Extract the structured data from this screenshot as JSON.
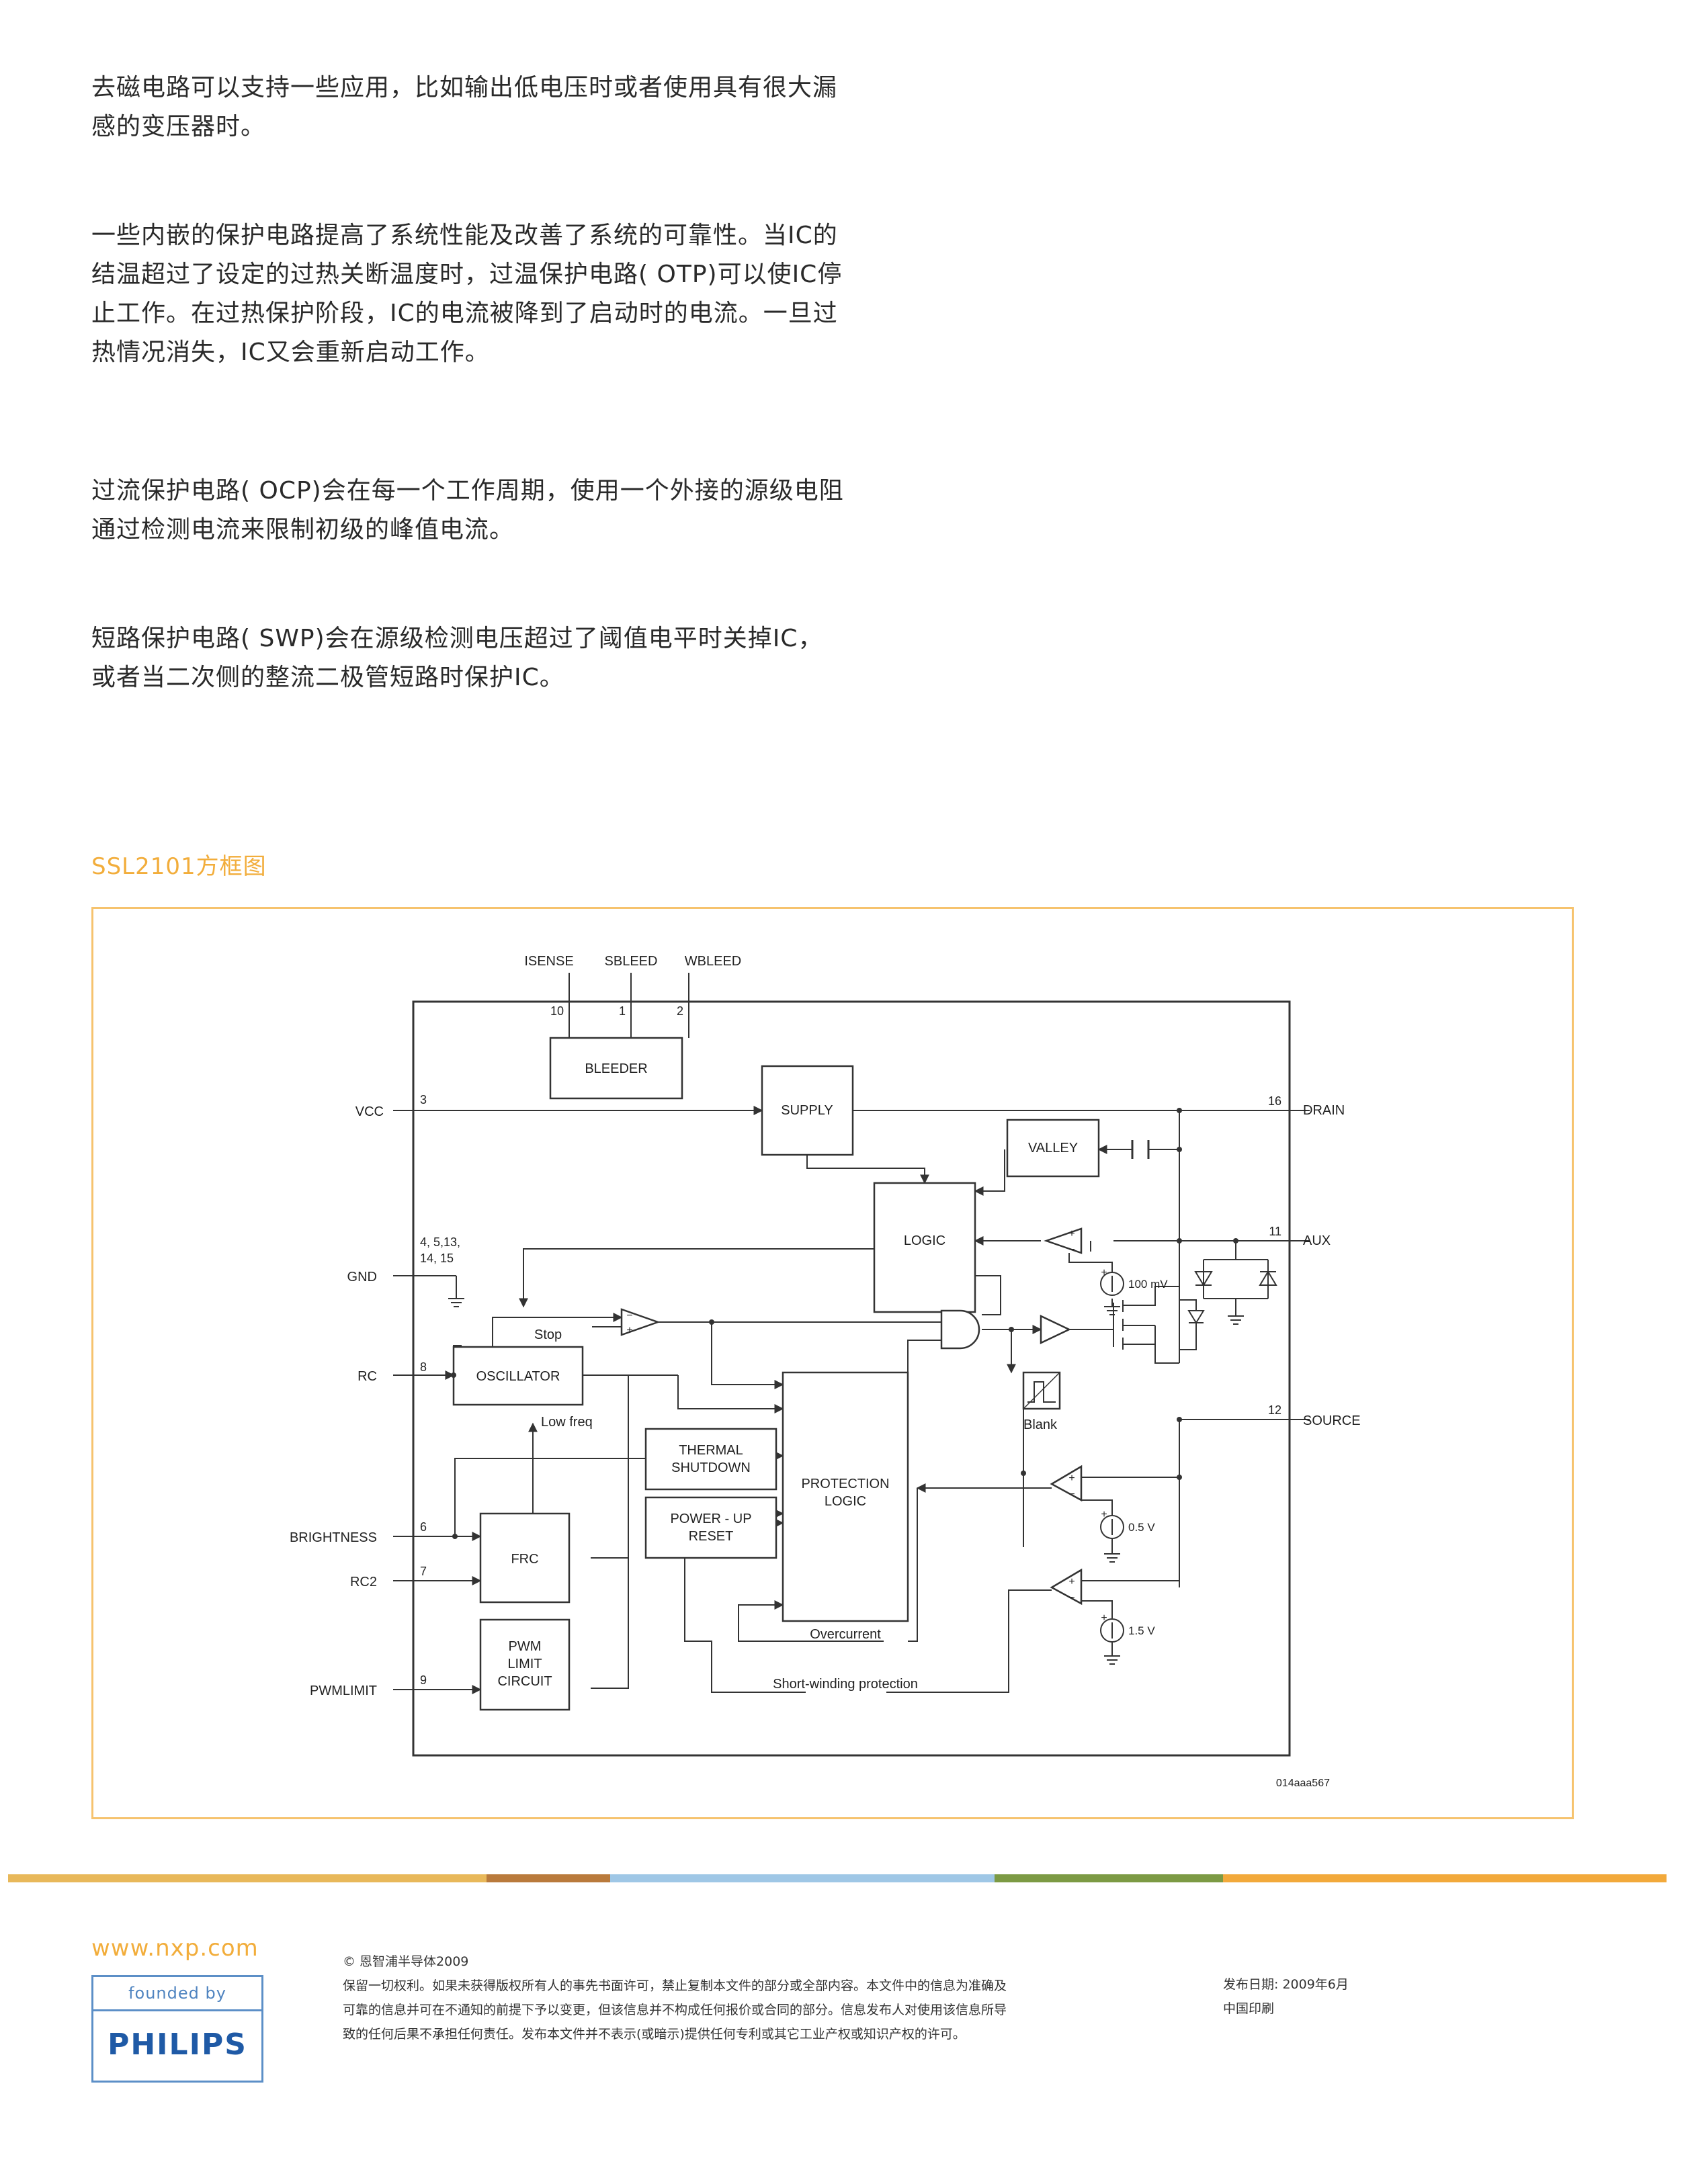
{
  "paragraphs": [
    "去磁电路可以支持一些应用，比如输出低电压时或者使用具有很大漏感的变压器时。",
    "一些内嵌的保护电路提高了系统性能及改善了系统的可靠性。当IC的结温超过了设定的过热关断温度时，过温保护电路( OTP)可以使IC停止工作。在过热保护阶段，IC的电流被降到了启动时的电流。一旦过热情况消失，IC又会重新启动工作。",
    "过流保护电路( OCP)会在每一个工作周期，使用一个外接的源级电阻通过检测电流来限制初级的峰值电流。",
    "短路保护电路( SWP)会在源级检测电压超过了阈值电平时关掉IC，或者当二次侧的整流二极管短路时保护IC。"
  ],
  "section_title": "SSL2101方框图",
  "diagram": {
    "top_pins": {
      "isense": "ISENSE",
      "sbleed": "SBLEED",
      "wbleed": "WBLEED",
      "p10": "10",
      "p1": "1",
      "p2": "2"
    },
    "left_pins": {
      "vcc": "VCC",
      "vcc_num": "3",
      "gnd": "GND",
      "gnd_num_1": "4, 5,13,",
      "gnd_num_2": "14, 15",
      "rc": "RC",
      "rc_num": "8",
      "brightness": "BRIGHTNESS",
      "brightness_num": "6",
      "rc2": "RC2",
      "rc2_num": "7",
      "pwmlimit": "PWMLIMIT",
      "pwmlimit_num": "9"
    },
    "right_pins": {
      "drain": "DRAIN",
      "drain_num": "16",
      "aux": "AUX",
      "aux_num": "11",
      "source": "SOURCE",
      "source_num": "12"
    },
    "blocks": {
      "bleeder": "BLEEDER",
      "supply": "SUPPLY",
      "valley": "VALLEY",
      "logic": "LOGIC",
      "oscillator": "OSCILLATOR",
      "thermal_1": "THERMAL",
      "thermal_2": "SHUTDOWN",
      "powerup_1": "POWER - UP",
      "powerup_2": "RESET",
      "protection_1": "PROTECTION",
      "protection_2": "LOGIC",
      "frc": "FRC",
      "pwm_1": "PWM",
      "pwm_2": "LIMIT",
      "pwm_3": "CIRCUIT"
    },
    "labels": {
      "stop": "Stop",
      "low_freq": "Low freq",
      "blank": "Blank",
      "v100": "100 mV",
      "v05": "0.5 V",
      "v15": "1.5 V",
      "overcurrent": "Overcurrent",
      "short_winding": "Short-winding protection",
      "plus": "+",
      "minus": "−",
      "fig_id": "014aaa567"
    }
  },
  "colorbar": [
    "#e8b85a",
    "#b97a3c",
    "#9fc7e6",
    "#7c9a44",
    "#f2a93b"
  ],
  "footer": {
    "url": "www.nxp.com",
    "founded_by": "founded by",
    "philips": "PHILIPS",
    "copyright_title": "© 恩智浦半导体2009",
    "copyright_lines": [
      "保留一切权利。如果未获得版权所有人的事先书面许可，禁止复制本文件的部分或全部内容。本文件中的信息为准确及",
      "可靠的信息并可在不通知的前提下予以变更，但该信息并不构成任何报价或合同的部分。信息发布人对使用该信息所导",
      "致的任何后果不承担任何责任。发布本文件并不表示(或暗示)提供任何专利或其它工业产权或知识产权的许可。"
    ],
    "pub_date": "发布日期: 2009年6月",
    "printed_in": "中国印刷"
  }
}
